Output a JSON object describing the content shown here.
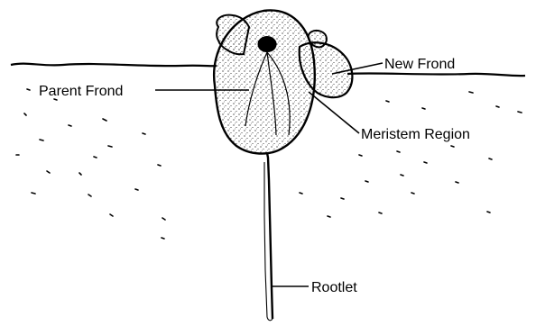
{
  "labels": {
    "parent_frond": "Parent Frond",
    "new_frond": "New Frond",
    "meristem_region": "Meristem Region",
    "rootlet": "Rootlet"
  },
  "colors": {
    "ink": "#000000",
    "frond_fill": "#e8e8e8",
    "background": "#ffffff"
  }
}
